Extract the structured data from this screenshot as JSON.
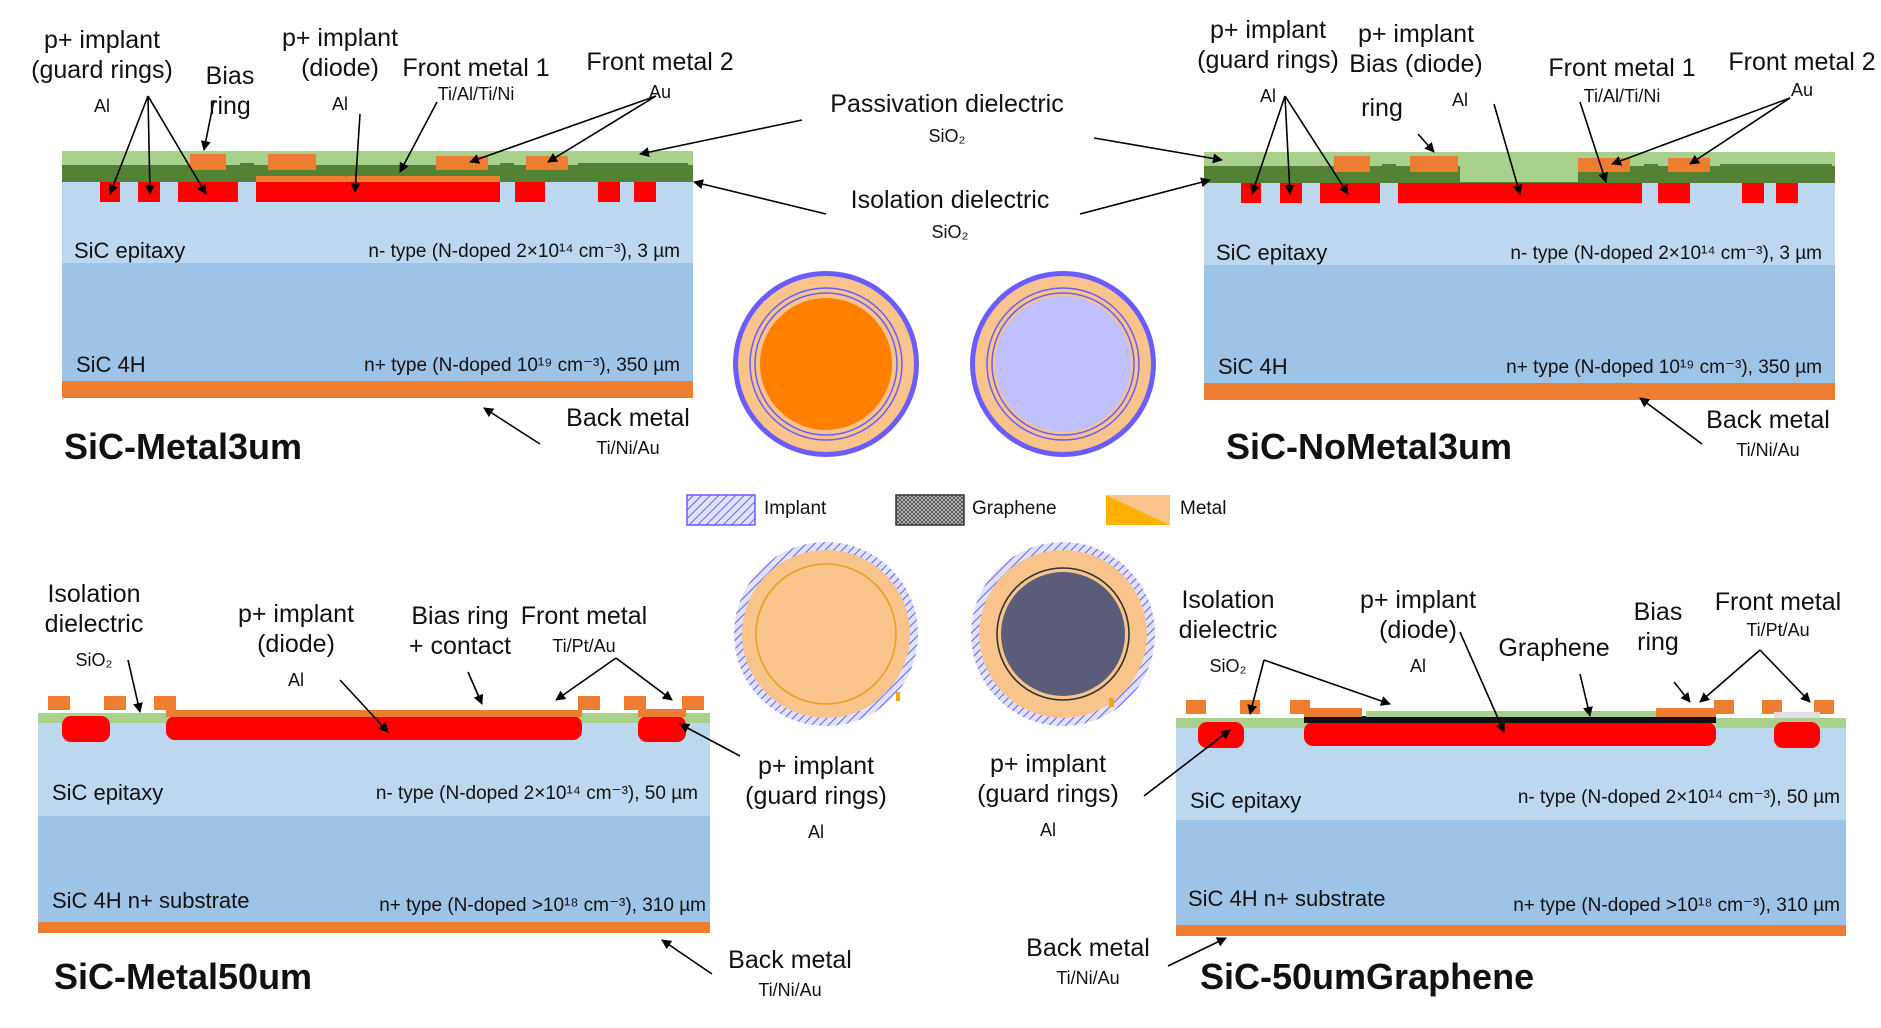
{
  "colors": {
    "epitaxy": "#bdd7ee",
    "substrate": "#9dc3e6",
    "metal": "#ed7d31",
    "implant": "#ff0000",
    "passivation": "#a9d18e",
    "isolation": "#548235",
    "graphene": "#111111",
    "disk_implant_ring": "#6a5cff",
    "disk_metal_light": "#f8c48c",
    "disk_metal_dark": "#ff8000",
    "disk_graphene": "#5b5b7a",
    "disk_lavender": "#c0c0ff"
  },
  "panels": {
    "tl": {
      "title": "SiC-Metal3um",
      "guard_rings": "p+ implant\n(guard rings)",
      "guard_rings_mat": "Al",
      "bias_ring": "Bias\nring",
      "diode": "p+ implant\n(diode)",
      "diode_mat": "Al",
      "front1": "Front metal 1",
      "front1_mat": "Ti/Al/Ti/Ni",
      "front2": "Front metal 2",
      "front2_mat": "Au",
      "epi_name": "SiC epitaxy",
      "epi_spec": "n- type (N-doped 2×10¹⁴ cm⁻³), 3 µm",
      "sub_name": "SiC 4H",
      "sub_spec": "n+ type (N-doped 10¹⁹ cm⁻³), 350 µm",
      "back": "Back metal",
      "back_mat": "Ti/Ni/Au"
    },
    "tr": {
      "title": "SiC-NoMetal3um",
      "guard_rings": "p+ implant\n(guard rings)",
      "guard_rings_mat": "Al",
      "diode": "p+ implant\nBias (diode)",
      "diode_mat": "Al",
      "bias_ring": "ring",
      "front1": "Front metal 1",
      "front1_mat": "Ti/Al/Ti/Ni",
      "front2": "Front metal 2",
      "front2_mat": "Au",
      "epi_name": "SiC epitaxy",
      "epi_spec": "n- type (N-doped 2×10¹⁴ cm⁻³), 3 µm",
      "sub_name": "SiC 4H",
      "sub_spec": "n+ type (N-doped 10¹⁹ cm⁻³), 350 µm",
      "back": "Back metal",
      "back_mat": "Ti/Ni/Au"
    },
    "center": {
      "passivation": "Passivation dielectric",
      "passivation_mat": "SiO₂",
      "isolation": "Isolation dielectric",
      "isolation_mat": "SiO₂"
    },
    "legend": {
      "implant": "Implant",
      "graphene": "Graphene",
      "metal": "Metal"
    },
    "bl": {
      "title": "SiC-Metal50um",
      "isolation": "Isolation\ndielectric",
      "isolation_mat": "SiO₂",
      "diode": "p+ implant\n(diode)",
      "diode_mat": "Al",
      "bias": "Bias ring\n+ contact",
      "front": "Front metal",
      "front_mat": "Ti/Pt/Au",
      "guard": "p+ implant\n(guard rings)",
      "guard_mat": "Al",
      "epi_name": "SiC epitaxy",
      "epi_spec": "n- type (N-doped 2×10¹⁴ cm⁻³), 50 µm",
      "sub_name": "SiC 4H n+ substrate",
      "sub_spec": "n+ type (N-doped >10¹⁸ cm⁻³), 310 µm",
      "back": "Back metal",
      "back_mat": "Ti/Ni/Au"
    },
    "br": {
      "title": "SiC-50umGraphene",
      "isolation": "Isolation\ndielectric",
      "isolation_mat": "SiO₂",
      "diode": "p+ implant\n(diode)",
      "diode_mat": "Al",
      "graphene": "Graphene",
      "bias": "Bias\nring",
      "front": "Front metal",
      "front_mat": "Ti/Pt/Au",
      "guard": "p+ implant\n(guard rings)",
      "guard_mat": "Al",
      "epi_name": "SiC epitaxy",
      "epi_spec": "n- type (N-doped 2×10¹⁴ cm⁻³), 50 µm",
      "sub_name": "SiC 4H n+ substrate",
      "sub_spec": "n+ type (N-doped >10¹⁸ cm⁻³), 310 µm",
      "back": "Back metal",
      "back_mat": "Ti/Ni/Au"
    }
  }
}
